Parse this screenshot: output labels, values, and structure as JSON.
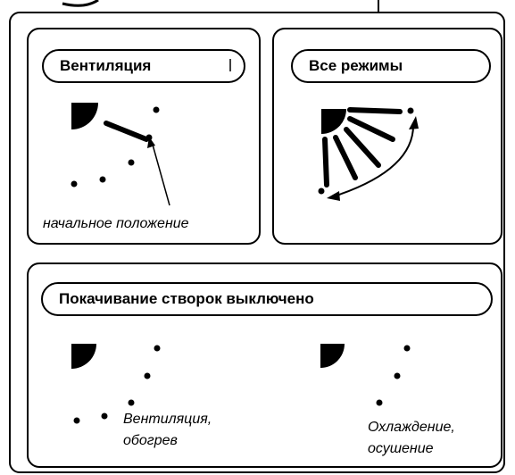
{
  "panels": {
    "ventilation": {
      "title": "Вентиляция",
      "caption": "начальное положение"
    },
    "all_modes": {
      "title": "Все режимы"
    },
    "swing_off": {
      "title": "Покачивание створок выключено",
      "left_caption_line1": "Вентиляция,",
      "left_caption_line2": "обогрев",
      "right_caption_line1": "Охлаждение,",
      "right_caption_line2": "осушение"
    }
  },
  "icons": [
    "quarter-circle-vent-icon",
    "louver-blade-icon",
    "position-dot-icon",
    "swing-arc-arrow-icon"
  ]
}
